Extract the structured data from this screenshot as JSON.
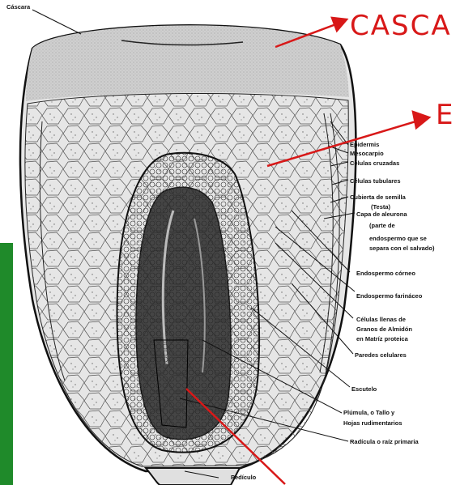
{
  "labels": {
    "cascara": "Cáscara",
    "epidermis": "Epidermis",
    "mesocarpio": "Mesocarpio",
    "celulas_cruzadas": "Células cruzadas",
    "celulas_tubulares": "Células tubulares",
    "cubierta_semilla": "Cubierta de semilla",
    "testa": "(Testa)",
    "capa_aleurona": "Capa de aleurona",
    "capa_aleurona_2": "(parte de",
    "capa_aleurona_3": "endospermo que se",
    "capa_aleurona_4": "separa con el salvado)",
    "endospermo_corneo": "Endospermo  córneo",
    "endospermo_farinaceo": "Endospermo  farináceo",
    "celulas_llenas_1": "Células llenas de",
    "celulas_llenas_2": "Granos de Almidón",
    "celulas_llenas_3": "en Matríz proteica",
    "paredes_celulares": "Paredes celulares",
    "escutelo": "Escutelo",
    "plumula_1": "Plúmula, o Tallo y",
    "plumula_2": "Hojas  rudimentarios",
    "radicula": "Radícula o raíz primaria",
    "pediculo": "Pedículo"
  },
  "annotations": {
    "handwritten_1": "CASCA",
    "handwritten_2": "E"
  },
  "colors": {
    "annotation_red": "#d81818",
    "green_strip": "#1f8a2a"
  }
}
